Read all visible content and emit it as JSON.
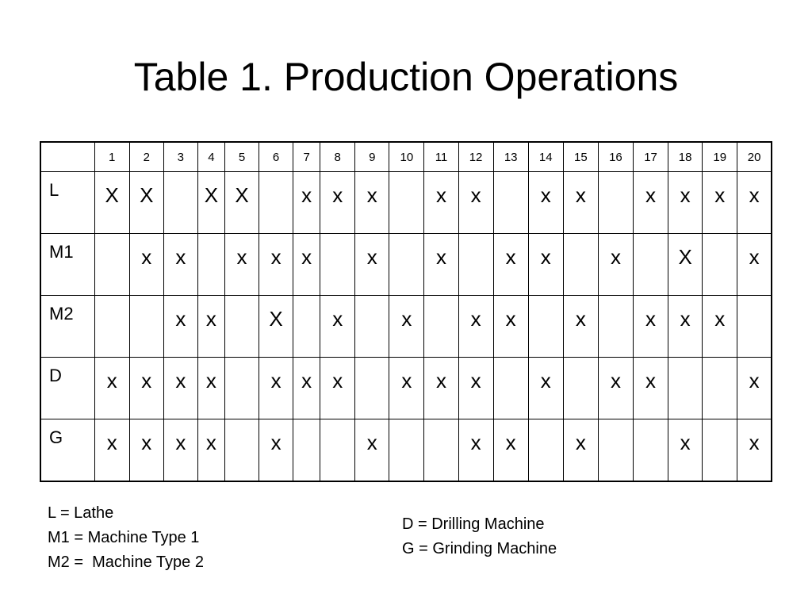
{
  "title": "Table 1. Production Operations",
  "table": {
    "corner": "",
    "columns": [
      "1",
      "2",
      "3",
      "4",
      "5",
      "6",
      "7",
      "8",
      "9",
      "10",
      "11",
      "12",
      "13",
      "14",
      "15",
      "16",
      "17",
      "18",
      "19",
      "20"
    ],
    "rows": [
      {
        "label": "L",
        "cells": [
          "X",
          "X",
          "",
          "X",
          "X",
          "",
          "x",
          "x",
          "x",
          "",
          "x",
          "x",
          "",
          "x",
          "x",
          "",
          "x",
          "x",
          "x",
          "x"
        ]
      },
      {
        "label": "M1",
        "cells": [
          "",
          "x",
          "x",
          "",
          "x",
          "x",
          "x",
          "",
          "x",
          "",
          "x",
          "",
          "x",
          "x",
          "",
          "x",
          "",
          "X",
          "",
          "x"
        ]
      },
      {
        "label": "M2",
        "cells": [
          "",
          "",
          "x",
          "x",
          "",
          "X",
          "",
          "x",
          "",
          "x",
          "",
          "x",
          "x",
          "",
          "x",
          "",
          "x",
          "x",
          "x",
          ""
        ]
      },
      {
        "label": "D",
        "cells": [
          "x",
          "x",
          "x",
          "x",
          "",
          "x",
          "x",
          "x",
          "",
          "x",
          "x",
          "x",
          "",
          "x",
          "",
          "x",
          "x",
          "",
          "",
          "x"
        ]
      },
      {
        "label": "G",
        "cells": [
          "x",
          "x",
          "x",
          "x",
          "",
          "x",
          "",
          "",
          "x",
          "",
          "",
          "x",
          "x",
          "",
          "x",
          "",
          "",
          "x",
          "",
          "x"
        ]
      }
    ]
  },
  "legend": {
    "left": [
      "L = Lathe",
      "M1 = Machine Type 1",
      "M2 =  Machine Type 2"
    ],
    "right": [
      "D = Drilling Machine",
      "G = Grinding Machine"
    ]
  }
}
